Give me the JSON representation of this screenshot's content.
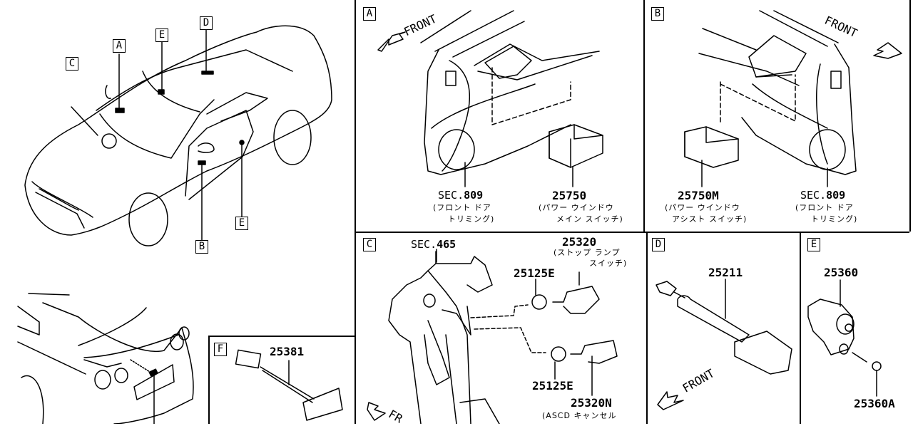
{
  "diagram": {
    "title_callouts": [
      "A",
      "B",
      "C",
      "D",
      "E",
      "E",
      "F"
    ],
    "overview": {
      "callouts": [
        {
          "label": "C"
        },
        {
          "label": "A"
        },
        {
          "label": "E"
        },
        {
          "label": "D"
        },
        {
          "label": "B"
        },
        {
          "label": "E"
        }
      ]
    },
    "panels": {
      "A": {
        "label": "A",
        "front_label": "FRONT",
        "parts": [
          {
            "number_prefix": "SEC.",
            "number": "809",
            "desc_line1": "(フロント ドア",
            "desc_line2": "トリミング)"
          },
          {
            "number": "25750",
            "desc_line1": "(パワー ウインドウ",
            "desc_line2": "メイン スイッチ)"
          }
        ]
      },
      "B": {
        "label": "B",
        "front_label": "FRONT",
        "parts": [
          {
            "number": "25750M",
            "desc_line1": "(パワー ウインドウ",
            "desc_line2": "アシスト スイッチ)"
          },
          {
            "number_prefix": "SEC.",
            "number": "809",
            "desc_line1": "(フロント ドア",
            "desc_line2": "トリミング)"
          }
        ]
      },
      "C": {
        "label": "C",
        "front_label": "FR",
        "parts": [
          {
            "number_prefix": "SEC.",
            "number": "465"
          },
          {
            "number": "25320",
            "desc_line1": "(ストップ ランプ",
            "desc_line2": "スイッチ)"
          },
          {
            "number": "25125E"
          },
          {
            "number": "25125E"
          },
          {
            "number": "25320N",
            "desc_line1": "(ASCD キャンセル"
          }
        ]
      },
      "D": {
        "label": "D",
        "front_label": "FRONT",
        "parts": [
          {
            "number": "25211"
          }
        ]
      },
      "E": {
        "label": "E",
        "parts": [
          {
            "number": "25360"
          },
          {
            "number": "25360A"
          }
        ]
      },
      "F": {
        "label": "F",
        "parts": [
          {
            "number": "25381"
          }
        ]
      }
    }
  }
}
